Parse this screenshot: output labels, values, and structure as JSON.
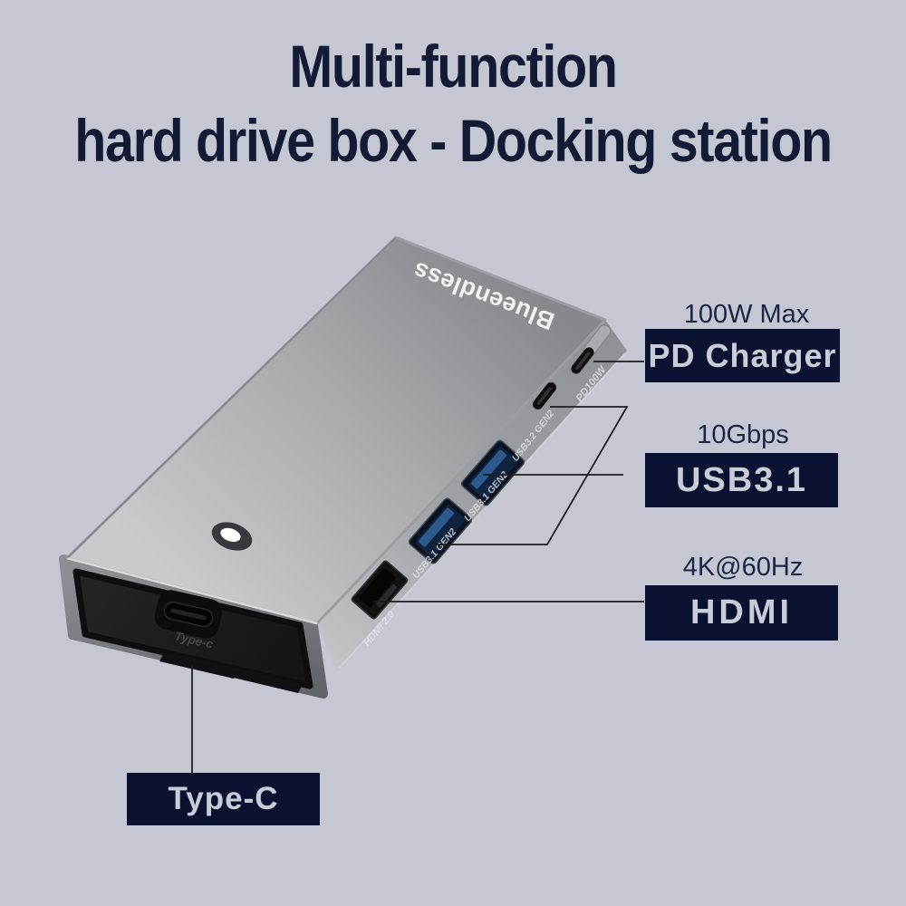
{
  "title": {
    "line1": "Multi-function",
    "line2": "hard drive box - Docking station"
  },
  "product": {
    "brand": "Blueendless",
    "port_labels": {
      "pd": "PD100W",
      "usb_c_data": "USB3.2 GEN2",
      "usb_a_top": "USB3.1 GEN2",
      "usb_a_bottom": "USB3.1 GEN2",
      "hdmi": "HDMI 2.0",
      "front_type_c": "Type-c"
    }
  },
  "callouts": {
    "pd": {
      "spec": "100W Max",
      "label": "PD Charger"
    },
    "usb": {
      "spec": "10Gbps",
      "label": "USB3.1"
    },
    "hdmi": {
      "spec": "4K@60Hz",
      "label": "HDMI"
    },
    "type_c": {
      "label": "Type-C"
    }
  },
  "colors": {
    "background": "#c5c7d2",
    "title_text": "#131a36",
    "spec_text": "#1b2445",
    "label_box_bg": "#0b1130",
    "label_box_text": "#c9cdd8",
    "usb_port_blue": "#2d5a8c",
    "callout_line": "#1c1c1e"
  }
}
